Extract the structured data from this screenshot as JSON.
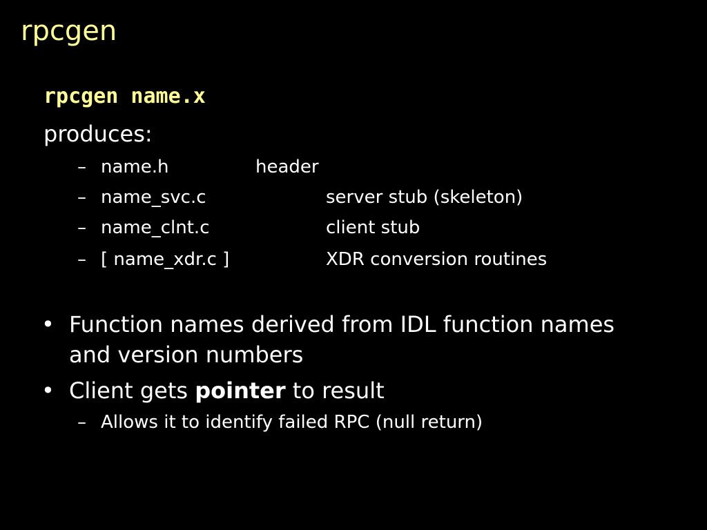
{
  "slide": {
    "title": "rpcgen",
    "command": "rpcgen name.x",
    "produces_label": "produces:",
    "files": [
      {
        "dash": "–",
        "name": "name.h",
        "description": "header"
      },
      {
        "dash": "–",
        "name": "name_svc.c",
        "description": "server stub (skeleton)"
      },
      {
        "dash": "–",
        "name": "name_clnt.c",
        "description": "client stub"
      },
      {
        "dash": "–",
        "name": "[ name_xdr.c ]",
        "description": "XDR conversion routines"
      }
    ],
    "bullets": [
      {
        "dot": "•",
        "text": "Function names derived from IDL function names and version numbers"
      },
      {
        "dot": "•",
        "text_before": "Client gets ",
        "text_bold": "pointer",
        "text_after": " to result"
      }
    ],
    "sub_bullet": {
      "dash": "–",
      "text": "Allows it to identify failed RPC (null return)"
    },
    "colors": {
      "background": "#000000",
      "accent": "#ffff99",
      "text": "#ffffff"
    }
  }
}
